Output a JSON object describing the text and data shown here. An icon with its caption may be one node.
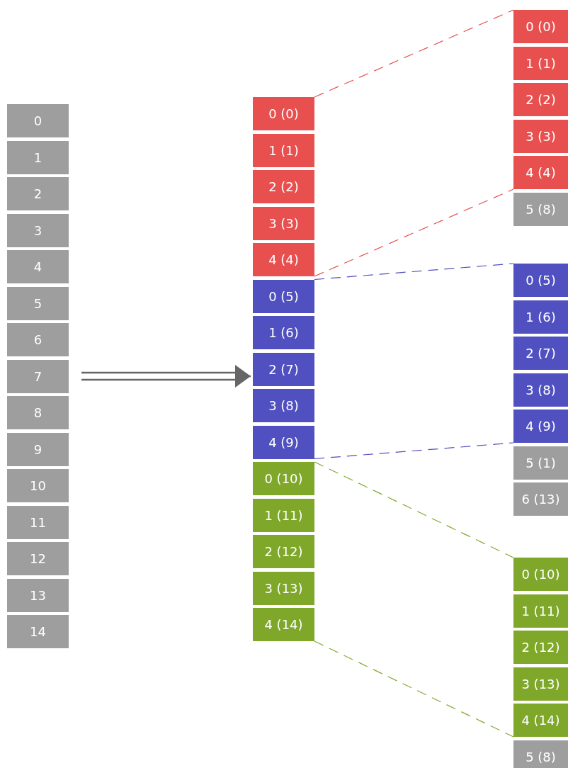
{
  "diagram": {
    "nodes": [
      {
        "text": [
          "0"
        ]
      },
      {
        "text": [
          "1"
        ]
      },
      {
        "text": [
          "2"
        ]
      },
      {
        "text": [
          "3"
        ]
      },
      {
        "text": [
          "4"
        ]
      },
      {
        "text": [
          "5"
        ]
      },
      {
        "text": [
          "6"
        ]
      },
      {
        "text": [
          "7"
        ]
      },
      {
        "text": [
          "8"
        ]
      },
      {
        "text": [
          "9"
        ]
      },
      {
        "text": [
          "10"
        ]
      },
      {
        "text": [
          "11"
        ]
      },
      {
        "text": [
          "12"
        ]
      },
      {
        "text": [
          "13"
        ]
      },
      {
        "text": [
          "14"
        ]
      },
      {
        "text": [
          "0 (0)"
        ]
      },
      {
        "text": [
          "1 (1)"
        ]
      },
      {
        "text": [
          "2 (2)"
        ]
      },
      {
        "text": [
          "3 (3)"
        ]
      },
      {
        "text": [
          "4 (4)"
        ]
      },
      {
        "text": [
          "0 (5)"
        ]
      },
      {
        "text": [
          "1 (6)"
        ]
      },
      {
        "text": [
          "2 (7)"
        ]
      },
      {
        "text": [
          "3 (8)"
        ]
      },
      {
        "text": [
          "4 (9)"
        ]
      },
      {
        "text": [
          "0 (10)"
        ]
      },
      {
        "text": [
          "1 (11)"
        ]
      },
      {
        "text": [
          "2 (12)"
        ]
      },
      {
        "text": [
          "3 (13)"
        ]
      },
      {
        "text": [
          "4 (14)"
        ]
      },
      {
        "text": [
          "0 (0)"
        ]
      },
      {
        "text": [
          "1 (1)"
        ]
      },
      {
        "text": [
          "2 (2)"
        ]
      },
      {
        "text": [
          "3 (3)"
        ]
      },
      {
        "text": [
          "4 (4)"
        ]
      },
      {
        "text": [
          "5 (8)"
        ]
      },
      {
        "text": [
          "0 (5)"
        ]
      },
      {
        "text": [
          "1 (6)"
        ]
      },
      {
        "text": [
          "2 (7)"
        ]
      },
      {
        "text": [
          "3 (8)"
        ]
      },
      {
        "text": [
          "4 (9)"
        ]
      },
      {
        "text": [
          "5 (1)"
        ]
      },
      {
        "text": [
          "6 (13)"
        ]
      },
      {
        "text": [
          "0 (10)"
        ]
      },
      {
        "text": [
          "1 (11)"
        ]
      },
      {
        "text": [
          "2 (12)"
        ]
      },
      {
        "text": [
          "3 (13)"
        ]
      },
      {
        "text": [
          "4 (14)"
        ]
      },
      {
        "text": [
          "5 (8)"
        ]
      }
    ],
    "edges": [
      {
        "from": 7,
        "to": 23,
        "arrow": "to",
        "color": "#666666"
      },
      {
        "from": 15,
        "to": 30,
        "arrow": "none",
        "style": "dashed",
        "color": "#e85050"
      },
      {
        "from": 19,
        "to": 34,
        "arrow": "none",
        "style": "dashed",
        "color": "#e85050"
      },
      {
        "from": 20,
        "to": 36,
        "arrow": "none",
        "style": "dashed",
        "color": "#5050c0"
      },
      {
        "from": 24,
        "to": 40,
        "arrow": "none",
        "style": "dashed",
        "color": "#5050c0"
      },
      {
        "from": 25,
        "to": 43,
        "arrow": "none",
        "style": "dashed",
        "color": "#7fa82b"
      },
      {
        "from": 29,
        "to": 47,
        "arrow": "none",
        "style": "dashed",
        "color": "#7fa82b"
      }
    ]
  }
}
